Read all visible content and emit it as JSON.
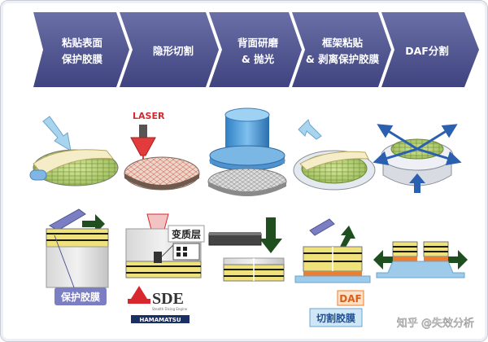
{
  "steps": [
    {
      "line1": "粘贴表面",
      "line2": "保护胶膜"
    },
    {
      "line1": "隐形切割",
      "line2": ""
    },
    {
      "line1": "背面研磨",
      "line2": "& 抛光"
    },
    {
      "line1": "框架粘贴",
      "line2": "& 剥离保护胶膜"
    },
    {
      "line1": "DAF分割",
      "line2": ""
    }
  ],
  "labels": {
    "laser": "LASER",
    "modified_layer": "变质层",
    "protective_film": "保护胶膜",
    "daf": "DAF",
    "dicing_tape": "切割胶膜",
    "sde_logo": "SDE",
    "sde_sub1": "Stealth Dicing Engine",
    "sde_brand": "HAMAMATSU"
  },
  "watermark": "知乎 @失效分析",
  "colors": {
    "arrow_banner": "#4f548f",
    "green_arrow": "#1f4f1f",
    "tape_blue": "#9ecbea",
    "laser_red": "#d8282e",
    "daf_orange": "#ef7d2e"
  }
}
